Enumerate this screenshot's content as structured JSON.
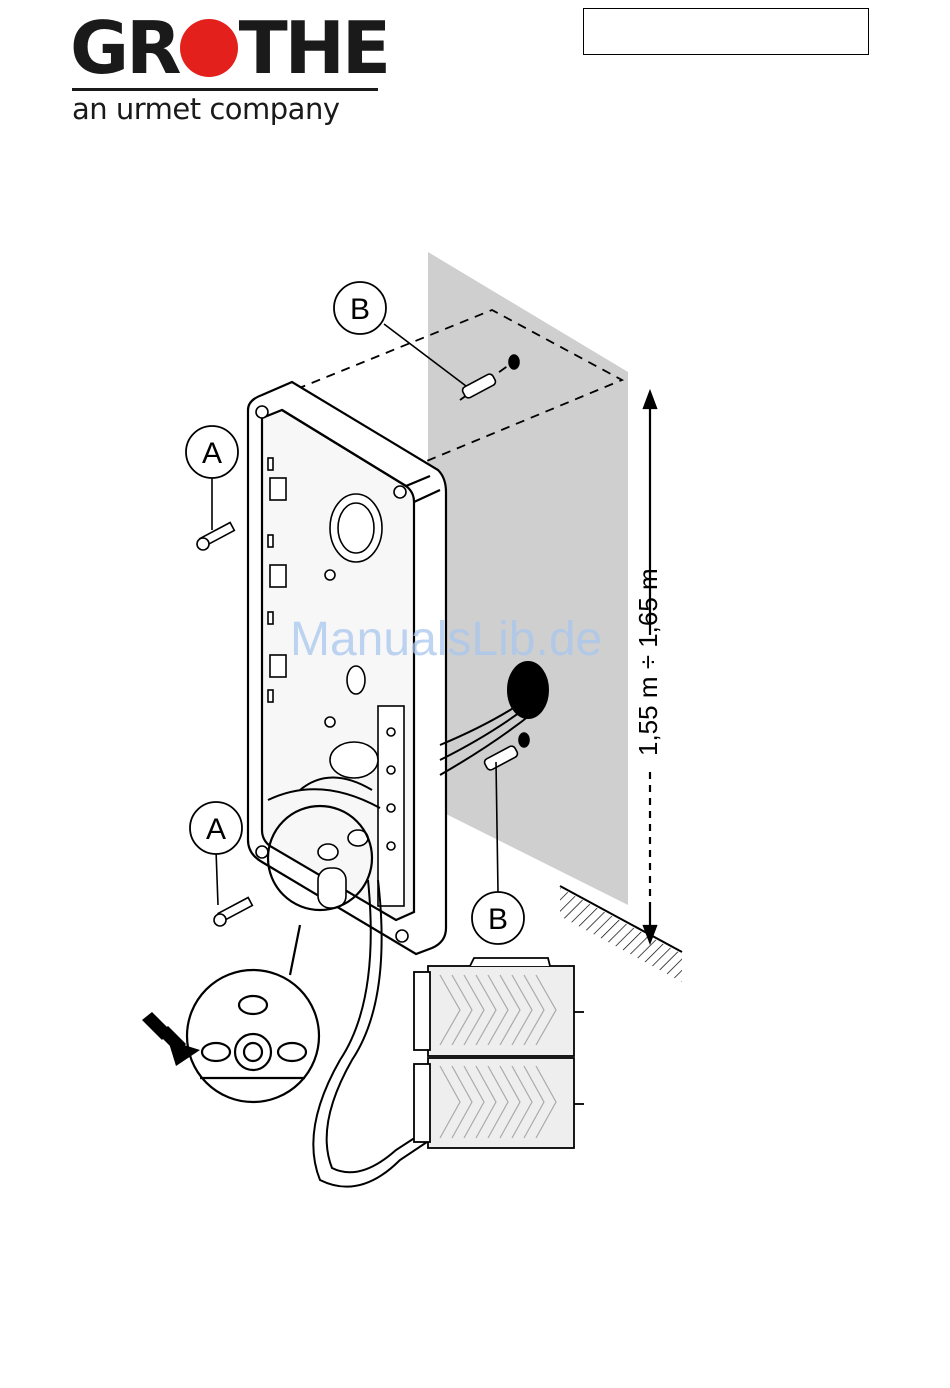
{
  "header": {
    "logo_word": [
      "G",
      "R",
      "THE"
    ],
    "logo_tagline": "an urmet company",
    "brand_color": "#e3201b"
  },
  "figure": {
    "callout_a": "A",
    "callout_b": "B",
    "mounting_height": "1,55 m ÷ 1,65 m"
  },
  "watermark": "ManualsLib.de"
}
